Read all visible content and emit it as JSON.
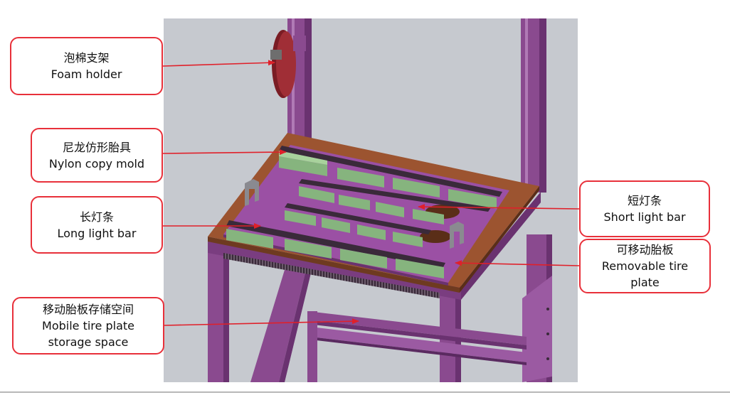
{
  "callouts": {
    "foam_holder": {
      "zh": "泡棉支架",
      "en": "Foam holder"
    },
    "nylon_mold": {
      "zh": "尼龙仿形胎具",
      "en": "Nylon copy mold"
    },
    "long_light": {
      "zh": "长灯条",
      "en": "Long light bar"
    },
    "storage": {
      "zh": "移动胎板存储空间",
      "en1": "Mobile tire plate",
      "en2": "storage space"
    },
    "short_light": {
      "zh": "短灯条",
      "en": "Short light bar"
    },
    "removable": {
      "zh": "可移动胎板",
      "en1": "Removable tire",
      "en2": "plate"
    }
  },
  "colors": {
    "frame": "#8a4a8f",
    "frame_dark": "#6a3270",
    "plate": "#9b50a4",
    "wood": "#9c5430",
    "mold": "#86b47e",
    "background": "#c6c9cf",
    "callout_border": "#e8303a",
    "arrow": "#e0202a"
  }
}
